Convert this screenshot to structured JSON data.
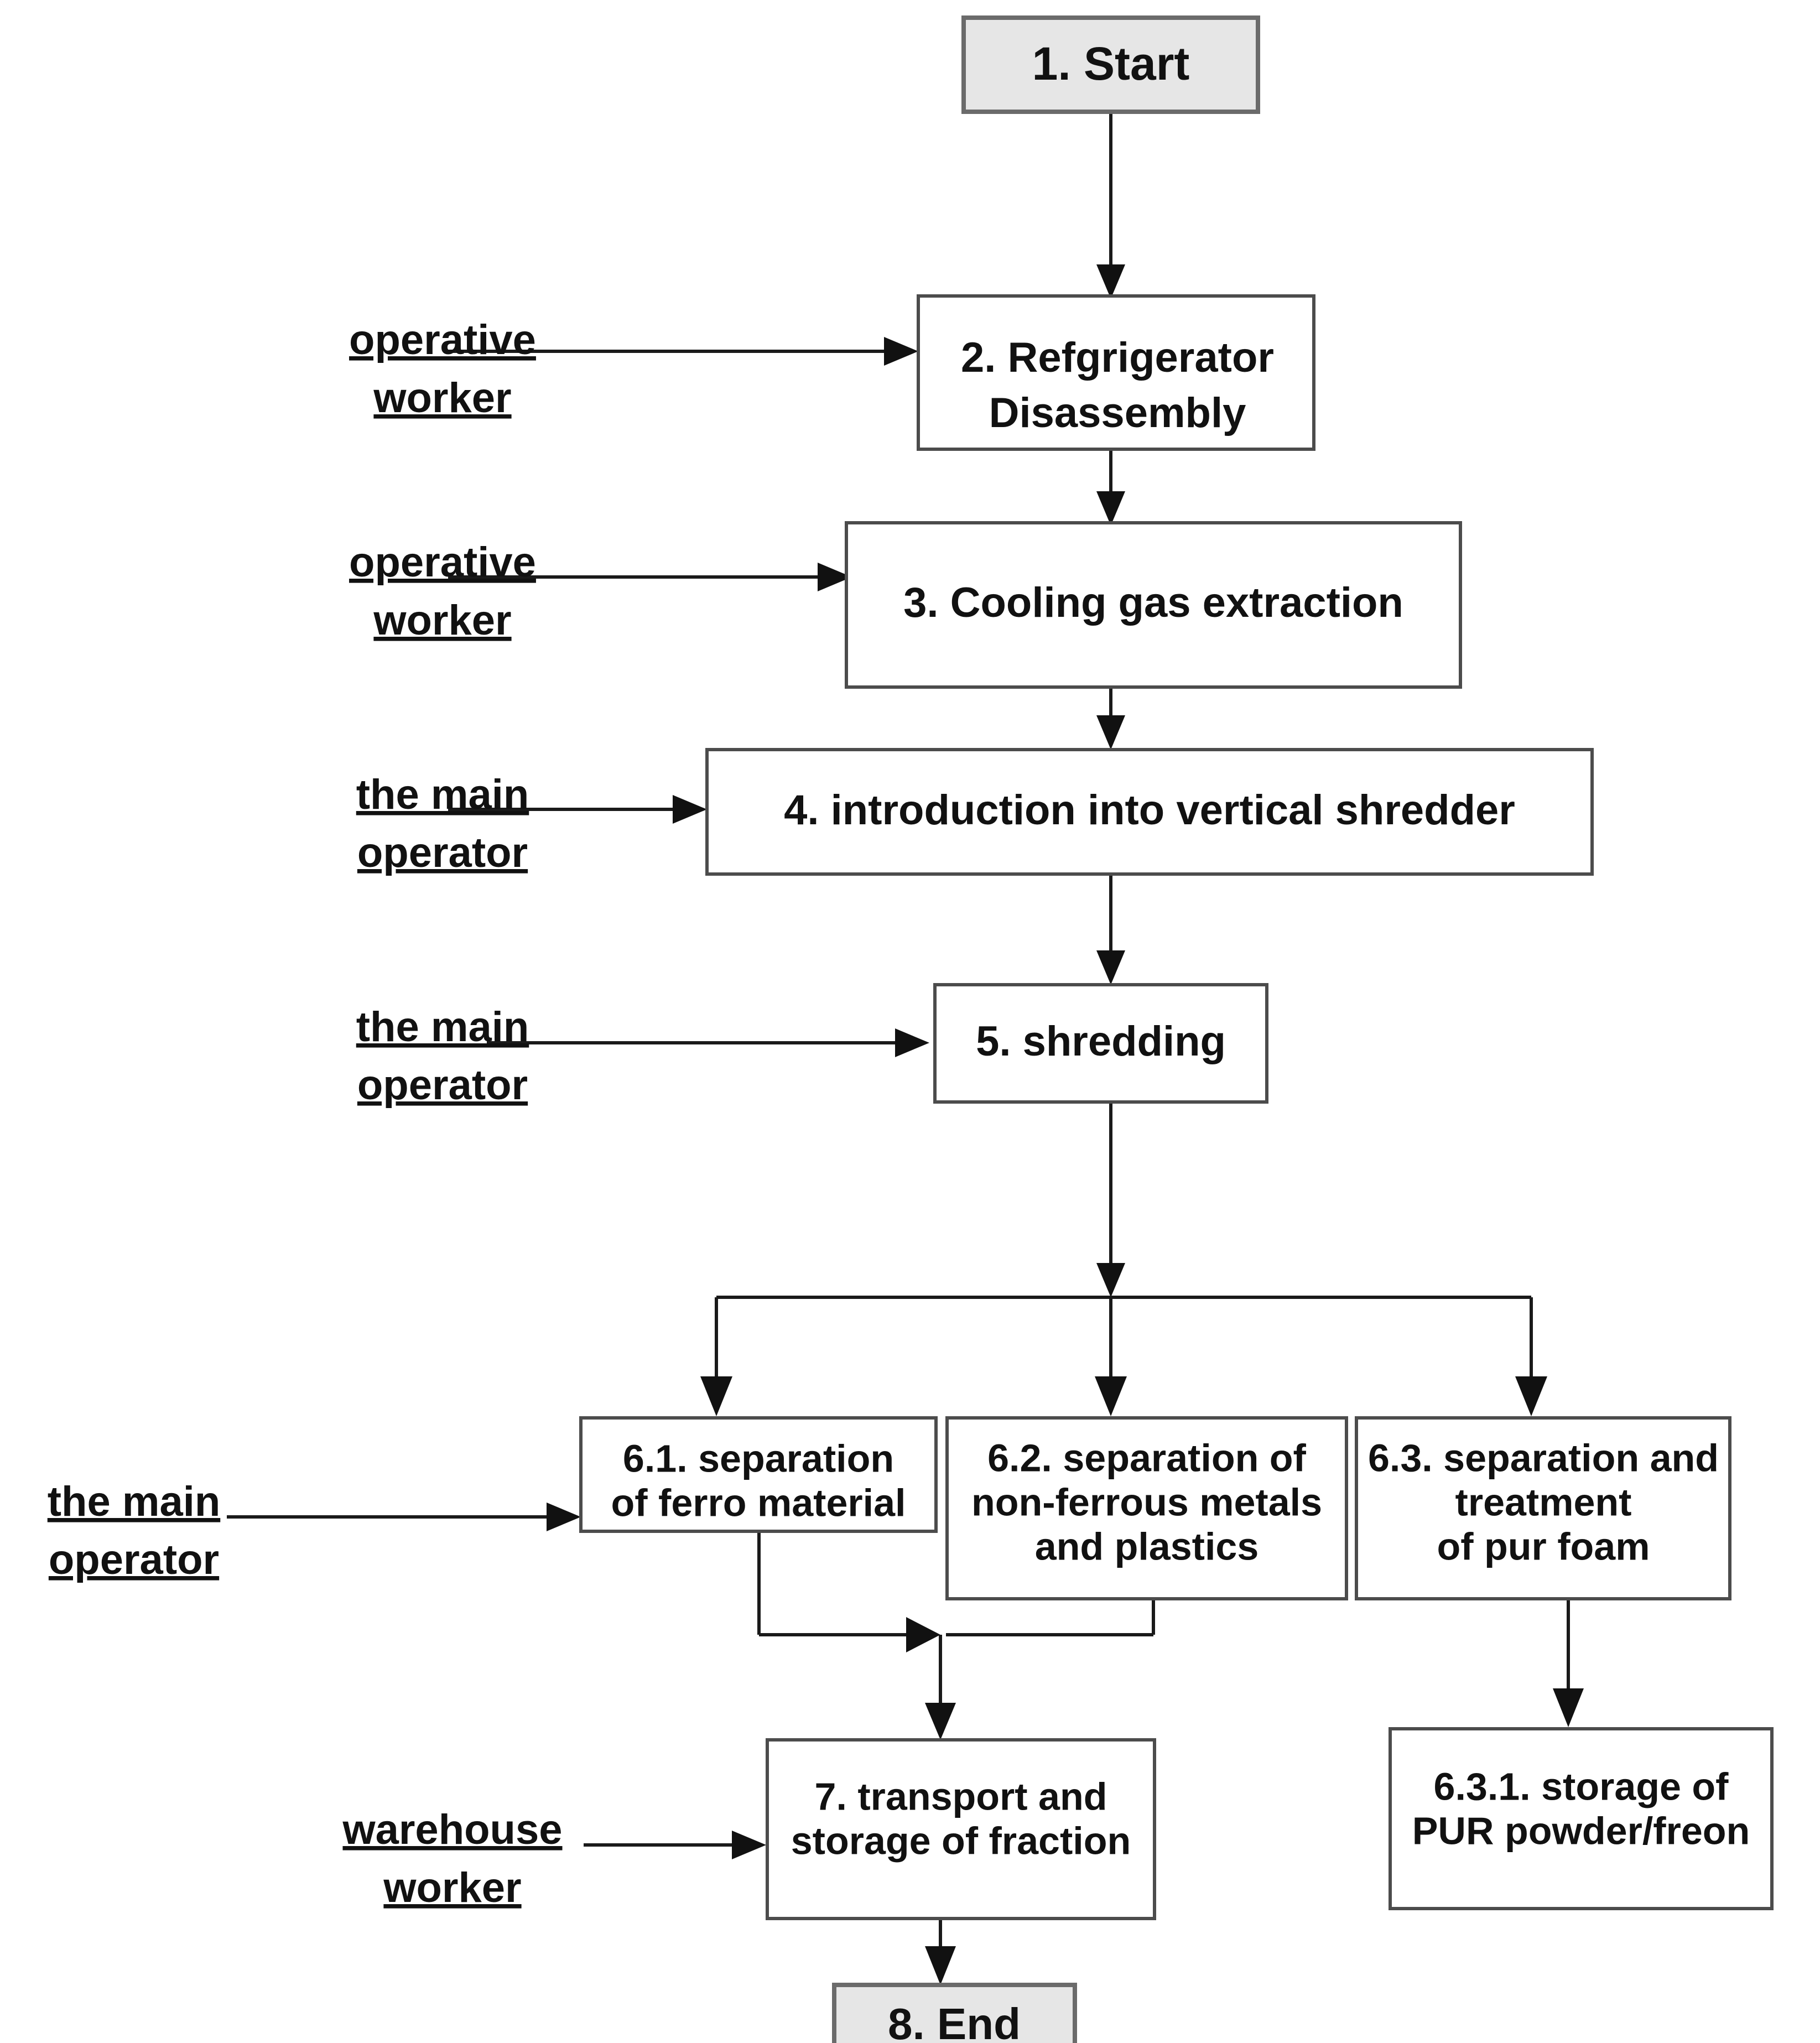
{
  "diagram": {
    "title": "Refrigerator recycling process flowchart",
    "colors": {
      "terminal_fill": "#e6e6e6",
      "terminal_border": "#6b6b6b",
      "process_fill": "#ffffff",
      "process_border": "#4c4c4c",
      "connector": "#1a1a1a",
      "text": "#111111",
      "background": "#ffffff"
    }
  },
  "nodes": {
    "n1": {
      "id": "1",
      "type": "terminal",
      "lines": [
        "1. Start"
      ]
    },
    "n2": {
      "id": "2",
      "type": "process",
      "lines": [
        "2. Refgrigerator",
        "Disassembly"
      ]
    },
    "n3": {
      "id": "3",
      "type": "process",
      "lines": [
        "3. Cooling gas extraction"
      ]
    },
    "n4": {
      "id": "4",
      "type": "process",
      "lines": [
        "4. introduction into vertical shredder"
      ]
    },
    "n5": {
      "id": "5",
      "type": "process",
      "lines": [
        "5. shredding"
      ]
    },
    "n61": {
      "id": "6.1",
      "type": "process",
      "lines": [
        "6.1. separation",
        "of ferro material"
      ]
    },
    "n62": {
      "id": "6.2",
      "type": "process",
      "lines": [
        "6.2. separation of",
        "non-ferrous metals",
        "and plastics"
      ]
    },
    "n63": {
      "id": "6.3",
      "type": "process",
      "lines": [
        "6.3. separation and",
        "treatment",
        "of pur foam"
      ]
    },
    "n631": {
      "id": "6.3.1",
      "type": "process",
      "lines": [
        "6.3.1. storage of",
        "PUR powder/freon"
      ]
    },
    "n7": {
      "id": "7",
      "type": "process",
      "lines": [
        "7. transport and",
        "storage of fraction"
      ]
    },
    "n8": {
      "id": "8",
      "type": "terminal",
      "lines": [
        "8. End"
      ]
    }
  },
  "roles": {
    "r2": {
      "lines": [
        "operative",
        "worker"
      ],
      "target": "2"
    },
    "r3": {
      "lines": [
        "operative",
        "worker"
      ],
      "target": "3"
    },
    "r4": {
      "lines": [
        "the main",
        "operator"
      ],
      "target": "4"
    },
    "r5": {
      "lines": [
        "the main",
        "operator"
      ],
      "target": "5"
    },
    "r61": {
      "lines": [
        "the main",
        "operator"
      ],
      "target": "6.1"
    },
    "r7": {
      "lines": [
        "warehouse",
        "worker"
      ],
      "target": "7"
    }
  },
  "edges": [
    {
      "from": "1",
      "to": "2"
    },
    {
      "from": "2",
      "to": "3"
    },
    {
      "from": "3",
      "to": "4"
    },
    {
      "from": "4",
      "to": "5"
    },
    {
      "from": "5",
      "to": "split"
    },
    {
      "from": "split",
      "to": "6.1"
    },
    {
      "from": "split",
      "to": "6.2"
    },
    {
      "from": "split",
      "to": "6.3"
    },
    {
      "from": "6.1",
      "to": "merge"
    },
    {
      "from": "6.2",
      "to": "merge"
    },
    {
      "from": "merge",
      "to": "7"
    },
    {
      "from": "6.3",
      "to": "6.3.1"
    },
    {
      "from": "7",
      "to": "8"
    }
  ]
}
